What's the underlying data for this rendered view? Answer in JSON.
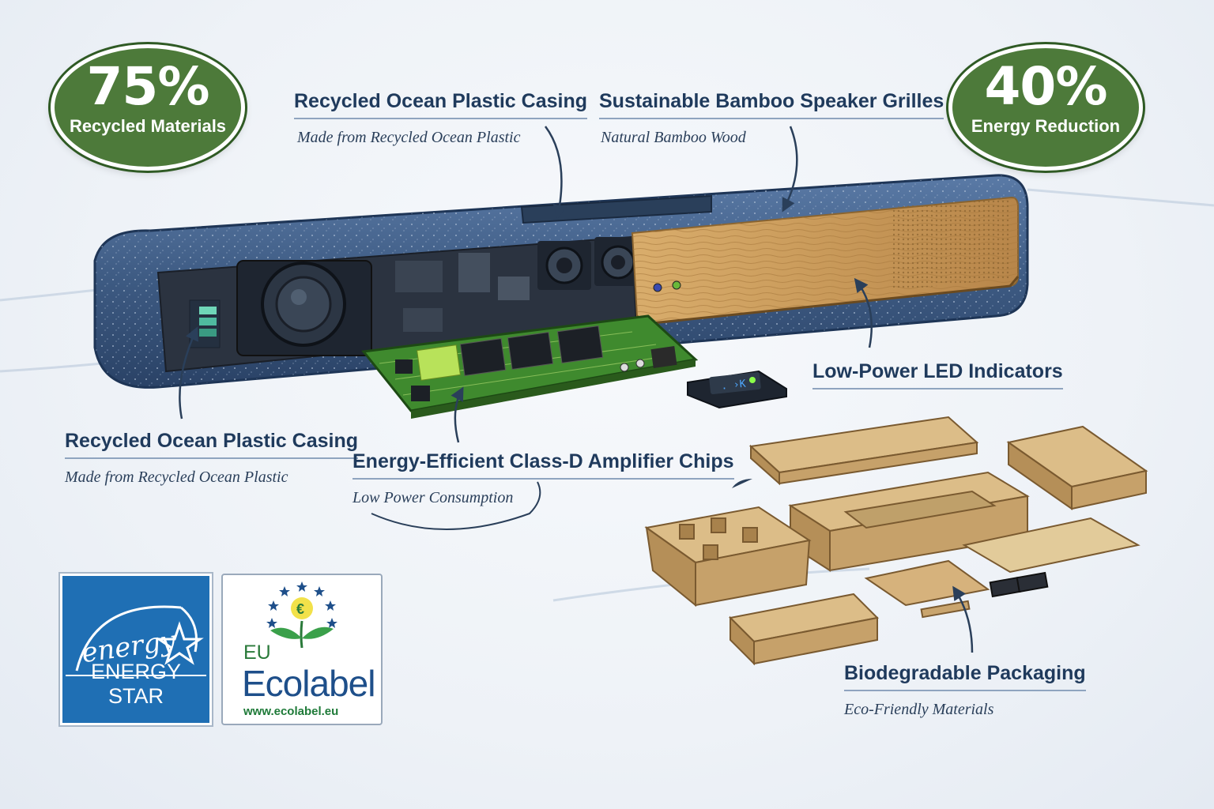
{
  "stats": {
    "left": {
      "value": "75%",
      "label": "Recycled Materials"
    },
    "right": {
      "value": "40%",
      "label": "Energy Reduction"
    }
  },
  "callouts": {
    "casing_top": {
      "title": "Recycled Ocean Plastic Casing",
      "subtitle": "Made from Recycled Ocean Plastic"
    },
    "bamboo": {
      "title": "Sustainable Bamboo Speaker Grilles",
      "subtitle": "Natural Bamboo Wood"
    },
    "led": {
      "title": "Low-Power LED Indicators"
    },
    "casing_left": {
      "title": "Recycled Ocean Plastic Casing",
      "subtitle": "Made from Recycled Ocean Plastic"
    },
    "amplifier": {
      "title": "Energy-Efficient Class-D Amplifier Chips",
      "subtitle": "Low Power Consumption"
    },
    "packaging": {
      "title": "Biodegradable Packaging",
      "subtitle": "Eco-Friendly Materials"
    }
  },
  "logos": {
    "energy_star": {
      "script": "energy",
      "label": "ENERGY STAR"
    },
    "ecolabel": {
      "prefix": "EU",
      "name": "Ecolabel",
      "url": "www.ecolabel.eu"
    }
  },
  "colors": {
    "badge_green": "#4d7a3a",
    "casing_blue": "#3d5a82",
    "bamboo": "#c99a5a",
    "pcb_green": "#3f8a2e",
    "cardboard": "#d2b07a",
    "navy_text": "#1f3a5c",
    "energy_star_blue": "#1f6fb4"
  }
}
